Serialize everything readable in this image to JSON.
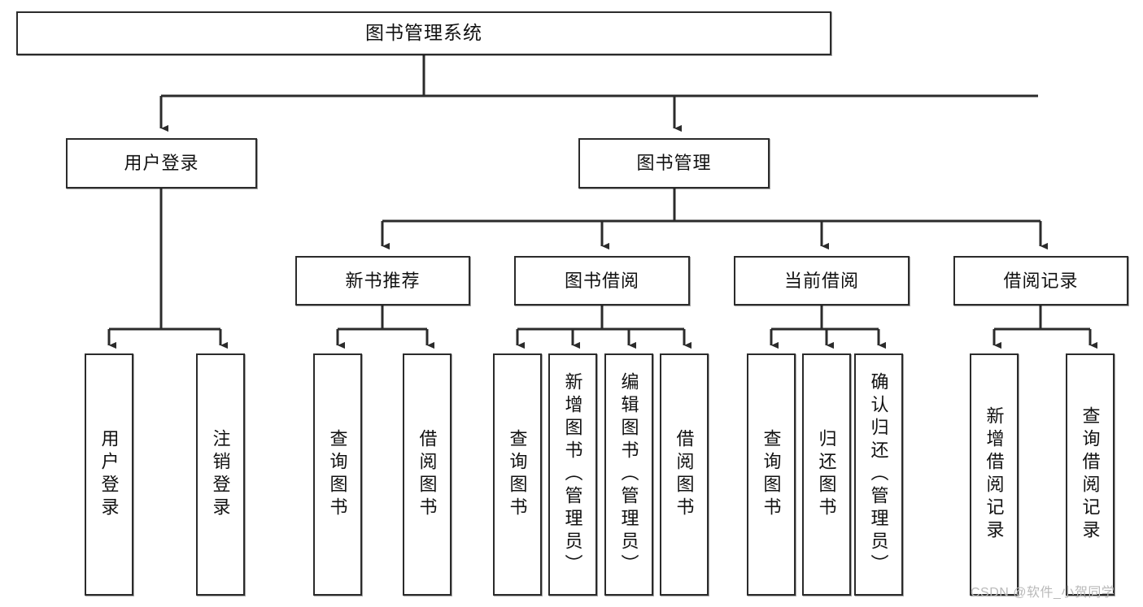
{
  "diagram": {
    "title": "图书管理系统",
    "watermark": "CSDN @软件_小贺同学",
    "line_color": "#2b2b2b",
    "box_fill": "#ffffff",
    "text_color": "#111111",
    "nodes": {
      "root": {
        "label": "图书管理系统"
      },
      "level2": [
        {
          "label": "用户登录"
        },
        {
          "label": "图书管理"
        }
      ],
      "level3": [
        {
          "label": "新书推荐"
        },
        {
          "label": "图书借阅"
        },
        {
          "label": "当前借阅"
        },
        {
          "label": "借阅记录"
        }
      ],
      "leaves": {
        "user_login": [
          {
            "label": "用户登录"
          },
          {
            "label": "注销登录"
          }
        ],
        "new_book_recommend": [
          {
            "label": "查询图书"
          },
          {
            "label": "借阅图书"
          }
        ],
        "book_borrow": [
          {
            "label": "查询图书"
          },
          {
            "label": "新增图书（管理员）"
          },
          {
            "label": "编辑图书（管理员）"
          },
          {
            "label": "借阅图书"
          }
        ],
        "current_borrow": [
          {
            "label": "查询图书"
          },
          {
            "label": "归还图书"
          },
          {
            "label": "确认归还（管理员）"
          }
        ],
        "borrow_record": [
          {
            "label": "新增借阅记录"
          },
          {
            "label": "查询借阅记录"
          }
        ]
      }
    }
  }
}
